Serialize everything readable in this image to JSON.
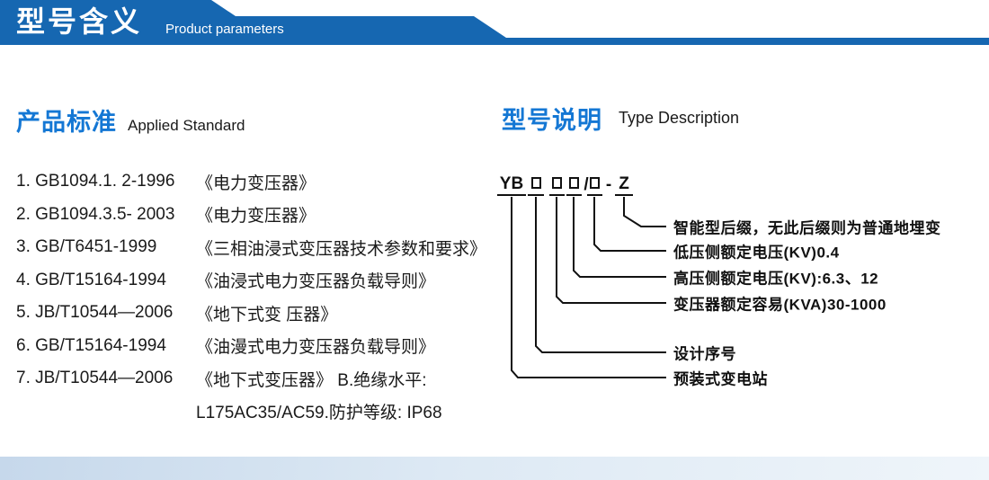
{
  "banner": {
    "title_cn": "型号含义",
    "subtitle_en": "Product parameters"
  },
  "applied_standard": {
    "heading_cn": "产品标准",
    "heading_en": "Applied Standard",
    "items": [
      {
        "code": "1. GB1094.1. 2-1996",
        "title": "《电力变压器》"
      },
      {
        "code": "2. GB1094.3.5- 2003",
        "title": "《电力变压器》"
      },
      {
        "code": "3. GB/T6451-1999",
        "title": "《三相油浸式变压器技术参数和要求》"
      },
      {
        "code": "4. GB/T15164-1994",
        "title": "《油浸式电力变压器负载导则》"
      },
      {
        "code": "5. JB/T10544—2006",
        "title": "《地下式变 压器》"
      },
      {
        "code": "6. GB/T15164-1994",
        "title": "《油漫式电力变压器负载导则》"
      },
      {
        "code": "7. JB/T10544—2006",
        "title": "《地下式变压器》 B.绝缘水平:"
      },
      {
        "code": "",
        "title": "L175AC35/AC59.防护等级: IP68"
      }
    ]
  },
  "type_description": {
    "heading_cn": "型号说明",
    "heading_en": "Type Description",
    "model_code": {
      "prefix": "YB",
      "slash": "/",
      "dash": "-",
      "suffix": "Z"
    },
    "labels": [
      "智能型后缀，无此后缀则为普通地埋变",
      "低压侧额定电压(KV)0.4",
      "高压侧额定电压(KV):6.3、12",
      "变压器额定容易(KVA)30-1000",
      "设计序号",
      "预装式变电站"
    ]
  },
  "colors": {
    "banner_blue": "#1667b1",
    "heading_blue": "#1477d4",
    "text_dark": "#1a1a1a",
    "footer_blue": "#cde0f1"
  }
}
